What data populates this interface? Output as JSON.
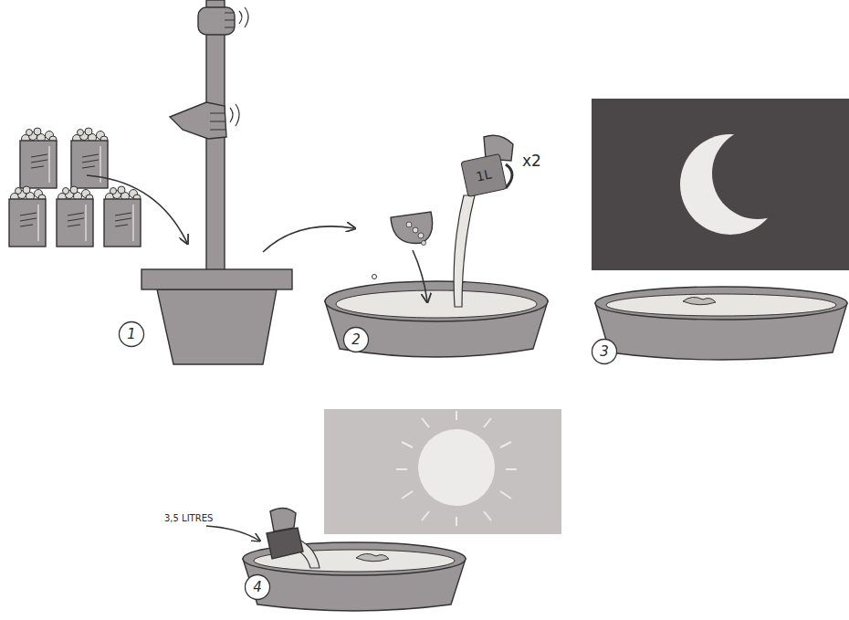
{
  "diagram": {
    "nodes": [
      {
        "text": [
          "1"
        ]
      },
      {
        "text": [
          "1L"
        ]
      },
      {
        "text": [
          "2"
        ]
      },
      {
        "text": [
          "3"
        ]
      },
      {
        "text": [
          "4"
        ]
      }
    ],
    "labels": [
      "x2",
      "3,5 LITRES"
    ]
  }
}
